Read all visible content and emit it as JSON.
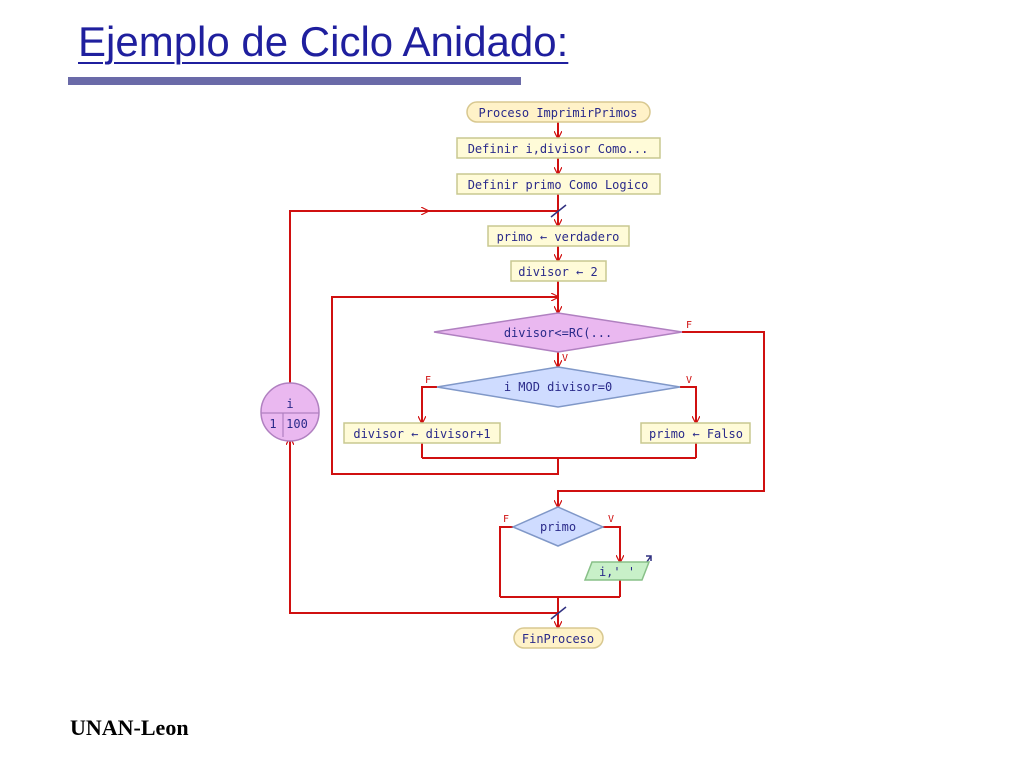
{
  "title": "Ejemplo de Ciclo Anidado:",
  "footer": "UNAN-Leon",
  "flowchart": {
    "start": "Proceso ImprimirPrimos",
    "define1": "Definir i,divisor Como...",
    "define2": "Definir primo Como Logico",
    "loop_var": "i",
    "loop_from": "1",
    "loop_to": "100",
    "assign_primo": "primo ← verdadero",
    "assign_divisor": "divisor ← 2",
    "cond_while": "divisor<=RC(...",
    "cond_mod": "i MOD divisor=0",
    "incr_divisor": "divisor ← divisor+1",
    "set_falso": "primo ← Falso",
    "cond_primo": "primo",
    "output": "i,' '",
    "end": "FinProceso",
    "label_true": "V",
    "label_false": "F"
  },
  "colors": {
    "title": "#1f1f9e",
    "line": "#d01010",
    "box_fill": "#fffbd8",
    "box_stroke": "#c8c890",
    "decision_blue": "#cfdcff",
    "decision_purple": "#eab8f0",
    "output_green": "#c8f0c8",
    "terminal_fill": "#fff2c8"
  }
}
